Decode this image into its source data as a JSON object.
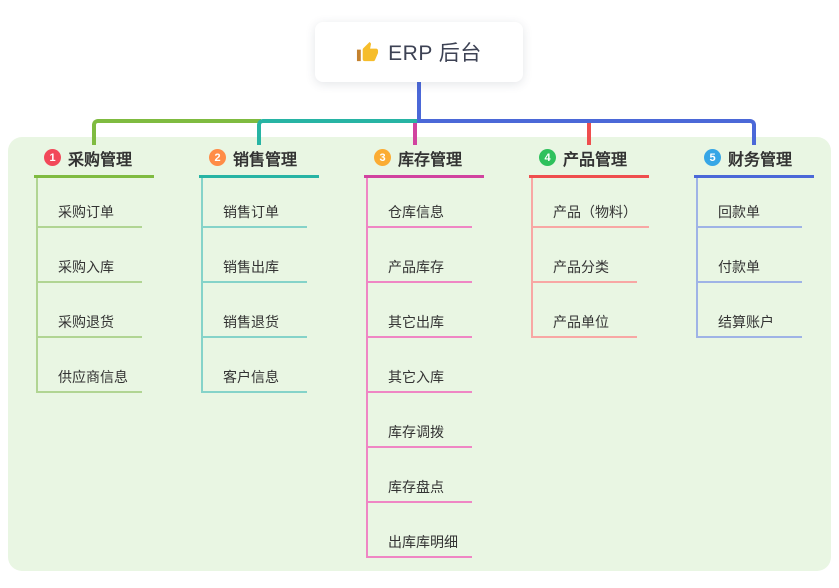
{
  "root": {
    "title": "ERP 后台",
    "icon": "thumbs-up",
    "connector_color": "#4b68d8",
    "text_color": "#3d4254"
  },
  "canvas": {
    "background": "#ffffff",
    "panel_background": "#e9f6e3",
    "item_text_color": "#333333"
  },
  "branches": [
    {
      "badge": "1",
      "title": "采购管理",
      "badge_color": "#f2495a",
      "line_color": "#7fbb40",
      "child_line_color": "#b1d593",
      "children": [
        "采购订单",
        "采购入库",
        "采购退货",
        "供应商信息"
      ]
    },
    {
      "badge": "2",
      "title": "销售管理",
      "badge_color": "#ff8c47",
      "line_color": "#27b4a4",
      "child_line_color": "#85d3c9",
      "children": [
        "销售订单",
        "销售出库",
        "销售退货",
        "客户信息"
      ]
    },
    {
      "badge": "3",
      "title": "库存管理",
      "badge_color": "#fbac33",
      "line_color": "#d1439f",
      "child_line_color": "#ef86c4",
      "children": [
        "仓库信息",
        "产品库存",
        "其它出库",
        "其它入库",
        "库存调拨",
        "库存盘点",
        "出库库明细"
      ]
    },
    {
      "badge": "4",
      "title": "产品管理",
      "badge_color": "#2ec15c",
      "line_color": "#ef4e4e",
      "child_line_color": "#f8a7a4",
      "children": [
        "产品（物料）",
        "产品分类",
        "产品单位"
      ]
    },
    {
      "badge": "5",
      "title": "财务管理",
      "badge_color": "#36a6e6",
      "line_color": "#4b68d8",
      "child_line_color": "#9fb3e6",
      "children": [
        "回款单",
        "付款单",
        "结算账户"
      ]
    }
  ]
}
